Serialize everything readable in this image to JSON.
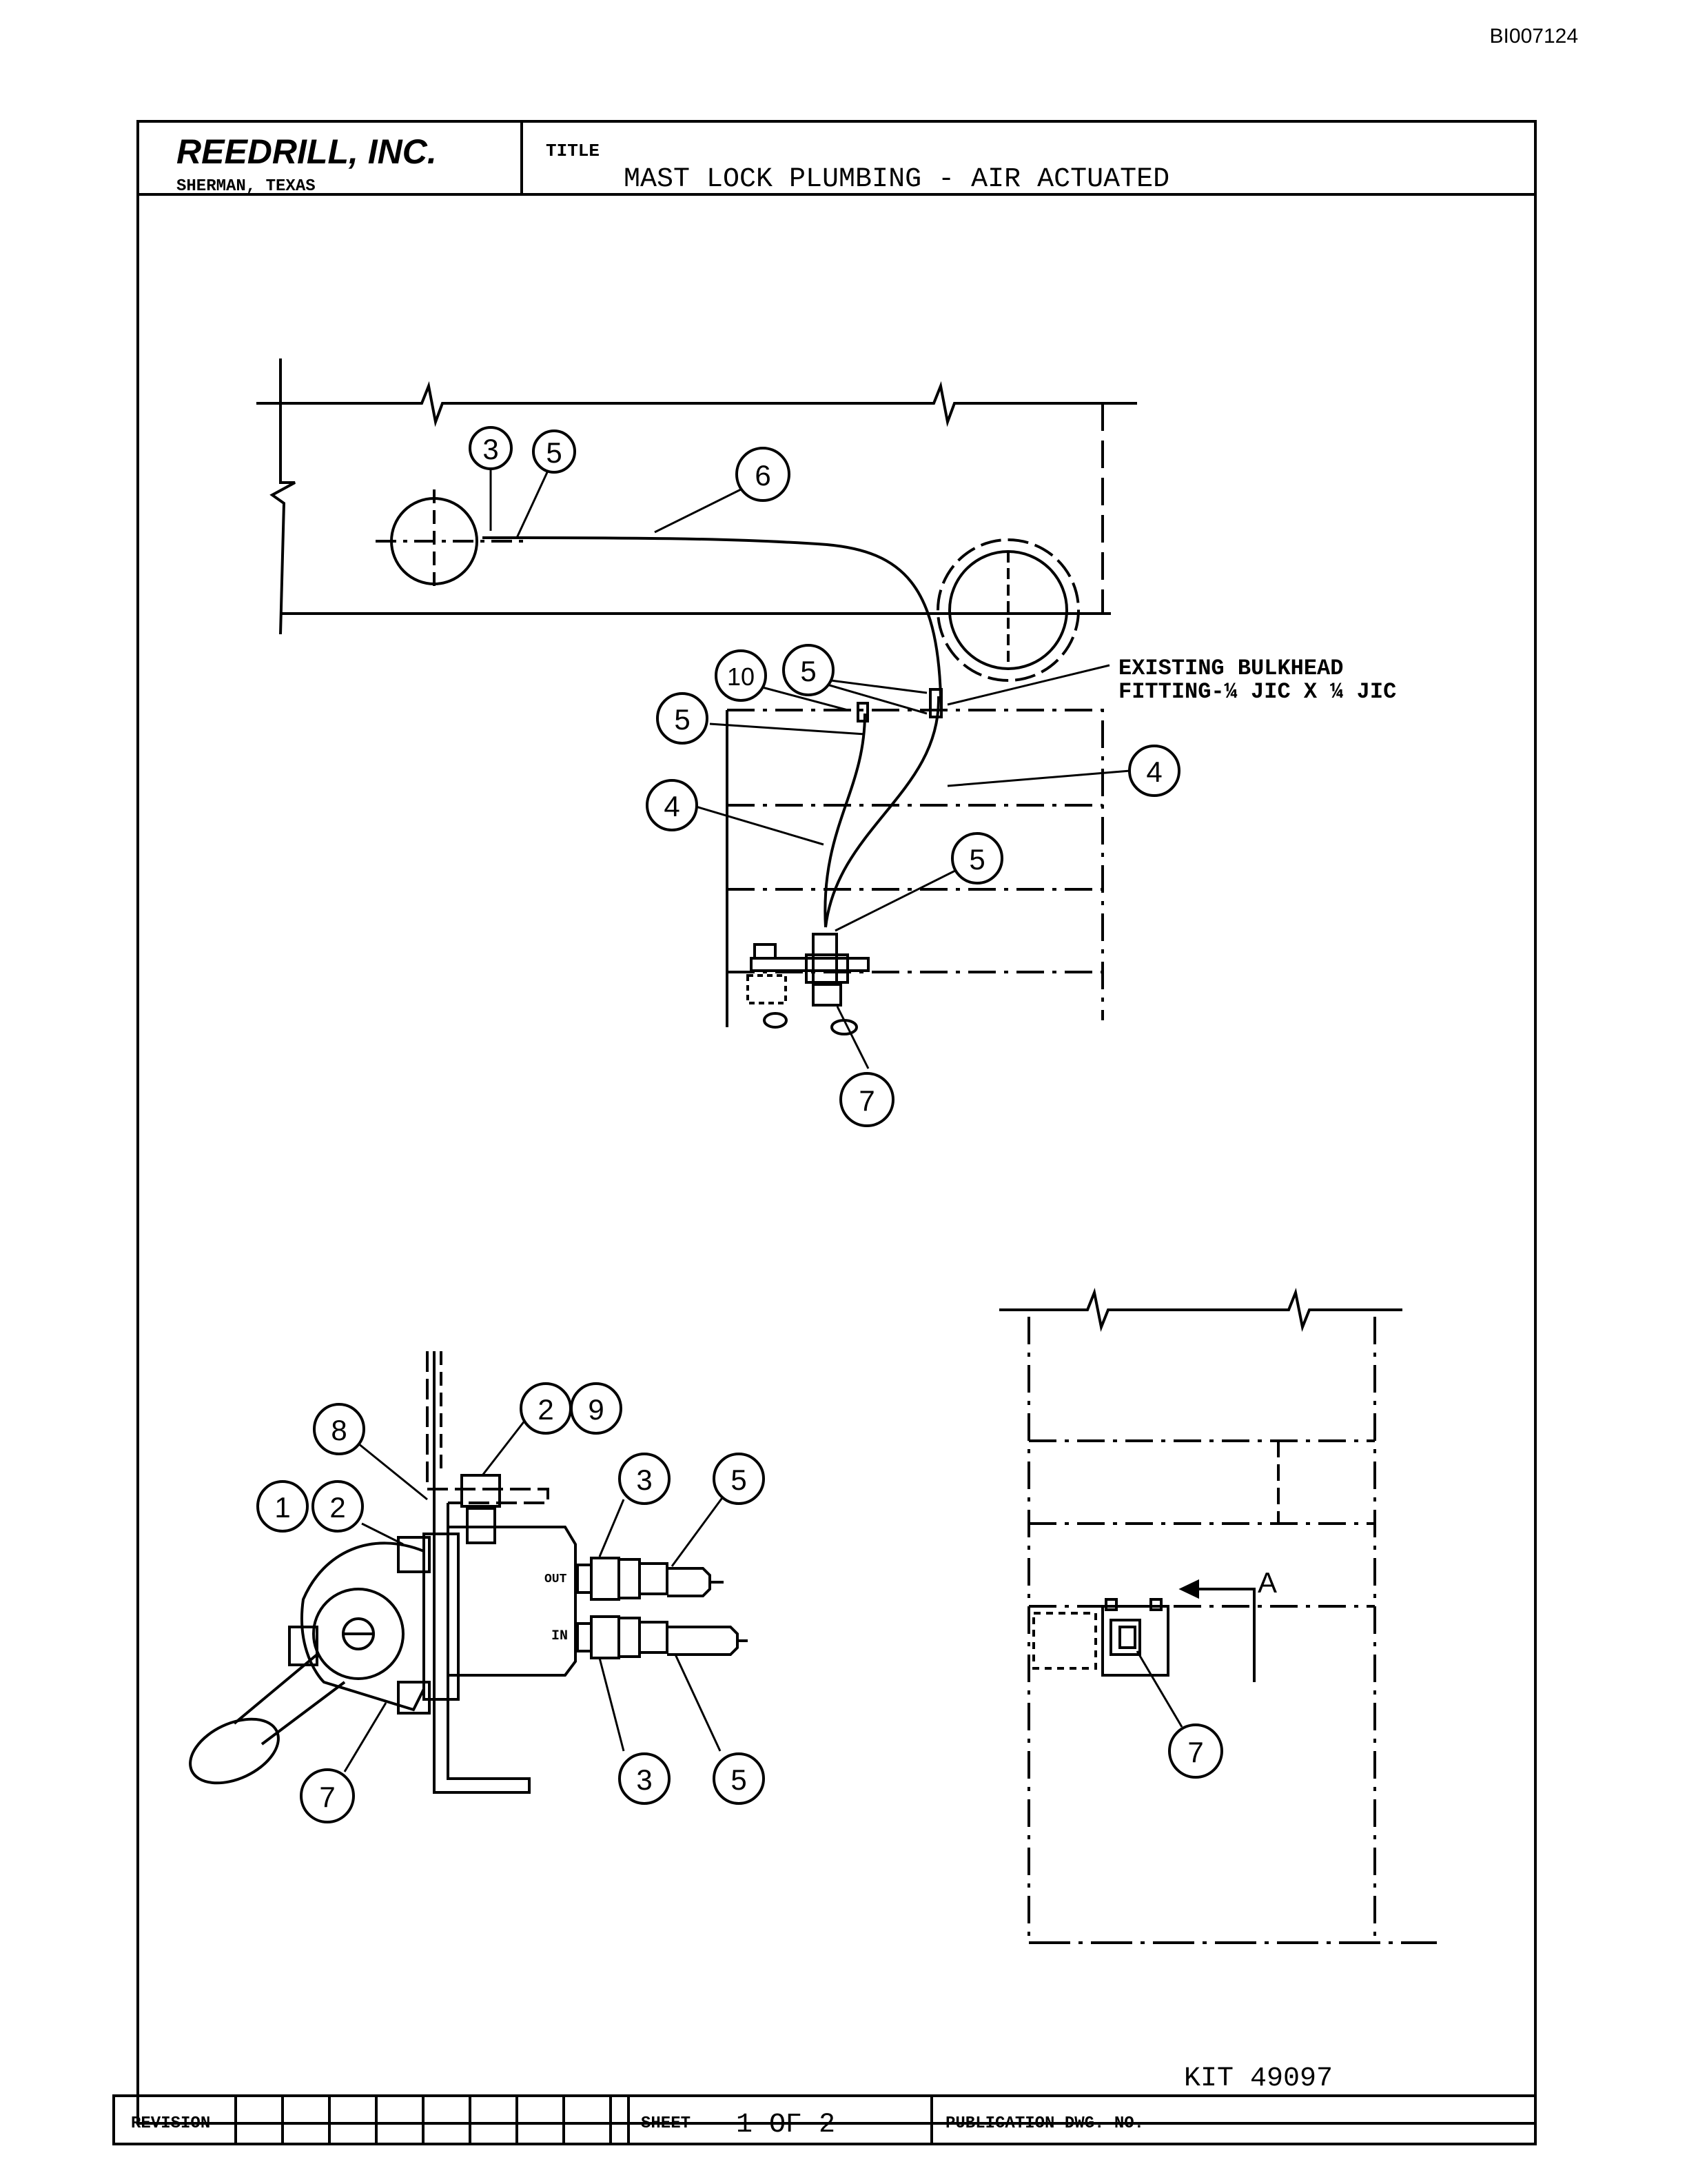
{
  "document_id": "BI007124",
  "title_block": {
    "company": "REEDRILL, INC.",
    "location": "SHERMAN, TEXAS",
    "title_label": "TITLE",
    "title": "MAST LOCK PLUMBING - AIR ACTUATED"
  },
  "callouts": {
    "top": [
      {
        "num": "3"
      },
      {
        "num": "5"
      },
      {
        "num": "6"
      },
      {
        "num": "10"
      },
      {
        "num": "5"
      },
      {
        "num": "5"
      },
      {
        "num": "4"
      },
      {
        "num": "4"
      },
      {
        "num": "5"
      },
      {
        "num": "7"
      }
    ],
    "detail": [
      {
        "num": "8"
      },
      {
        "num": "2"
      },
      {
        "num": "9"
      },
      {
        "num": "1"
      },
      {
        "num": "2"
      },
      {
        "num": "3"
      },
      {
        "num": "5"
      },
      {
        "num": "3"
      },
      {
        "num": "5"
      },
      {
        "num": "7"
      }
    ],
    "right": [
      {
        "num": "7"
      }
    ]
  },
  "notes": {
    "bulkhead_line1": "EXISTING BULKHEAD",
    "bulkhead_line2": "FITTING-¼ JIC X ¼ JIC",
    "port_out": "OUT",
    "port_in": "IN",
    "view_arrow": "A"
  },
  "kit": "KIT 49097",
  "bottom_block": {
    "revision": "REVISION",
    "sheet_label": "SHEET",
    "sheet_value": "1 OF 2",
    "publication": "PUBLICATION DWG. NO."
  }
}
